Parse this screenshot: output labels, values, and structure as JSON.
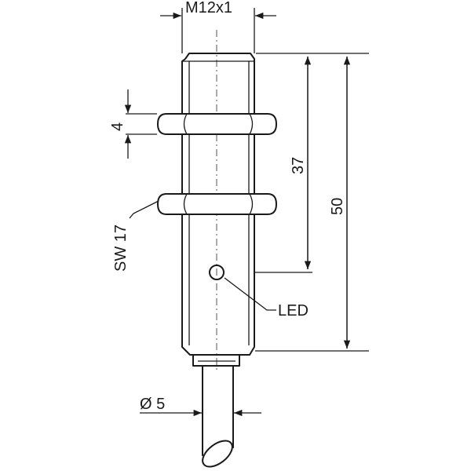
{
  "drawing": {
    "thread_label": "M12x1",
    "nut_thickness_label": "4",
    "wrench_size_label": "SW 17",
    "thread_length_label": "37",
    "total_length_label": "50",
    "led_label": "LED",
    "cable_diameter_label": "Ø 5"
  }
}
